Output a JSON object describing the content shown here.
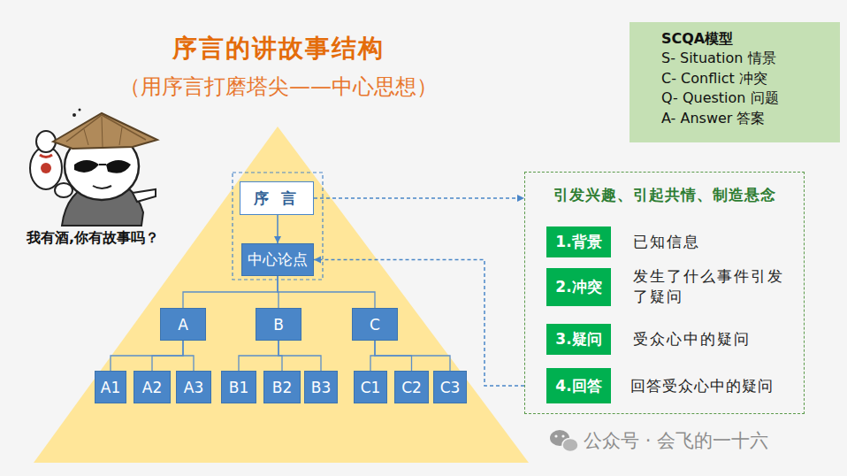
{
  "diagram": {
    "title": "序言的讲故事结构",
    "nodes": [
      {
        "text": [
          "SCQA模型",
          "S- Situation 情景",
          "C- Conflict 冲突",
          "Q- Question 问题",
          "A- Answer 答案"
        ]
      },
      {
        "text": [
          "序 言"
        ]
      },
      {
        "text": [
          "中心论点"
        ]
      },
      {
        "text": [
          "A"
        ]
      },
      {
        "text": [
          "B"
        ]
      },
      {
        "text": [
          "C"
        ]
      },
      {
        "text": [
          "A1"
        ]
      },
      {
        "text": [
          "A2"
        ]
      },
      {
        "text": [
          "A3"
        ]
      },
      {
        "text": [
          "B1"
        ]
      },
      {
        "text": [
          "B2"
        ]
      },
      {
        "text": [
          "B3"
        ]
      },
      {
        "text": [
          "C1"
        ]
      },
      {
        "text": [
          "C2"
        ]
      },
      {
        "text": [
          "C3"
        ]
      },
      {
        "text": [
          "引发兴趣、引起共情、制造悬念"
        ]
      },
      {
        "text": [
          "1.背景"
        ],
        "in": 15
      },
      {
        "text": [
          "2.冲突"
        ],
        "in": 15
      },
      {
        "text": [
          "3.疑问"
        ],
        "in": 15
      },
      {
        "text": [
          "4.回答"
        ],
        "in": 15
      }
    ],
    "edges": [
      {
        "from": 1,
        "to": 2,
        "arrow": "to"
      },
      {
        "from": 1,
        "to": 15,
        "arrow": "to"
      },
      {
        "from": 15,
        "to": 2,
        "arrow": "to"
      },
      {
        "from": 2,
        "to": 3,
        "arrow": "none"
      },
      {
        "from": 2,
        "to": 4,
        "arrow": "none"
      },
      {
        "from": 2,
        "to": 5,
        "arrow": "none"
      },
      {
        "from": 3,
        "to": 6,
        "arrow": "none"
      },
      {
        "from": 3,
        "to": 7,
        "arrow": "none"
      },
      {
        "from": 3,
        "to": 8,
        "arrow": "none"
      },
      {
        "from": 4,
        "to": 9,
        "arrow": "none"
      },
      {
        "from": 4,
        "to": 10,
        "arrow": "none"
      },
      {
        "from": 4,
        "to": 11,
        "arrow": "none"
      },
      {
        "from": 5,
        "to": 12,
        "arrow": "none"
      },
      {
        "from": 5,
        "to": 13,
        "arrow": "none"
      },
      {
        "from": 5,
        "to": 14,
        "arrow": "none"
      }
    ],
    "labels": [
      "（用序言打磨塔尖——中心思想）",
      "我有酒,你有故事吗？",
      "已知信息",
      "发生了什么事件引发了疑问",
      "受众心中的疑问",
      "回答受众心中的疑问",
      "公众号 · 会飞的一十六"
    ]
  }
}
